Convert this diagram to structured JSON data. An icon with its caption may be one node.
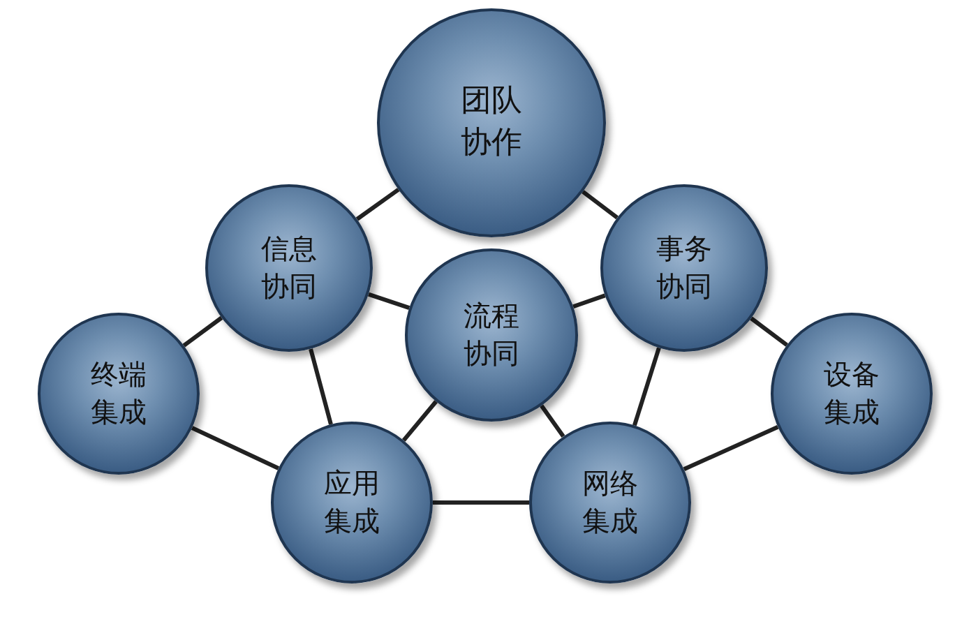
{
  "diagram": {
    "nodes": [
      {
        "text": [
          "团队协作"
        ]
      },
      {
        "text": [
          "信息协同"
        ]
      },
      {
        "text": [
          "事务协同"
        ]
      },
      {
        "text": [
          "流程协同"
        ]
      },
      {
        "text": [
          "终端集成"
        ]
      },
      {
        "text": [
          "设备集成"
        ]
      },
      {
        "text": [
          "应用集成"
        ]
      },
      {
        "text": [
          "网络集成"
        ]
      }
    ],
    "edges": [
      {
        "from": 0,
        "to": 1,
        "arrow": "none"
      },
      {
        "from": 0,
        "to": 2,
        "arrow": "none"
      },
      {
        "from": 1,
        "to": 3,
        "arrow": "none"
      },
      {
        "from": 3,
        "to": 2,
        "arrow": "none"
      },
      {
        "from": 1,
        "to": 4,
        "arrow": "none"
      },
      {
        "from": 1,
        "to": 6,
        "arrow": "none"
      },
      {
        "from": 3,
        "to": 6,
        "arrow": "none"
      },
      {
        "from": 3,
        "to": 7,
        "arrow": "none"
      },
      {
        "from": 2,
        "to": 7,
        "arrow": "none"
      },
      {
        "from": 2,
        "to": 5,
        "arrow": "none"
      },
      {
        "from": 4,
        "to": 6,
        "arrow": "none"
      },
      {
        "from": 6,
        "to": 7,
        "arrow": "none"
      },
      {
        "from": 7,
        "to": 5,
        "arrow": "none"
      }
    ]
  }
}
